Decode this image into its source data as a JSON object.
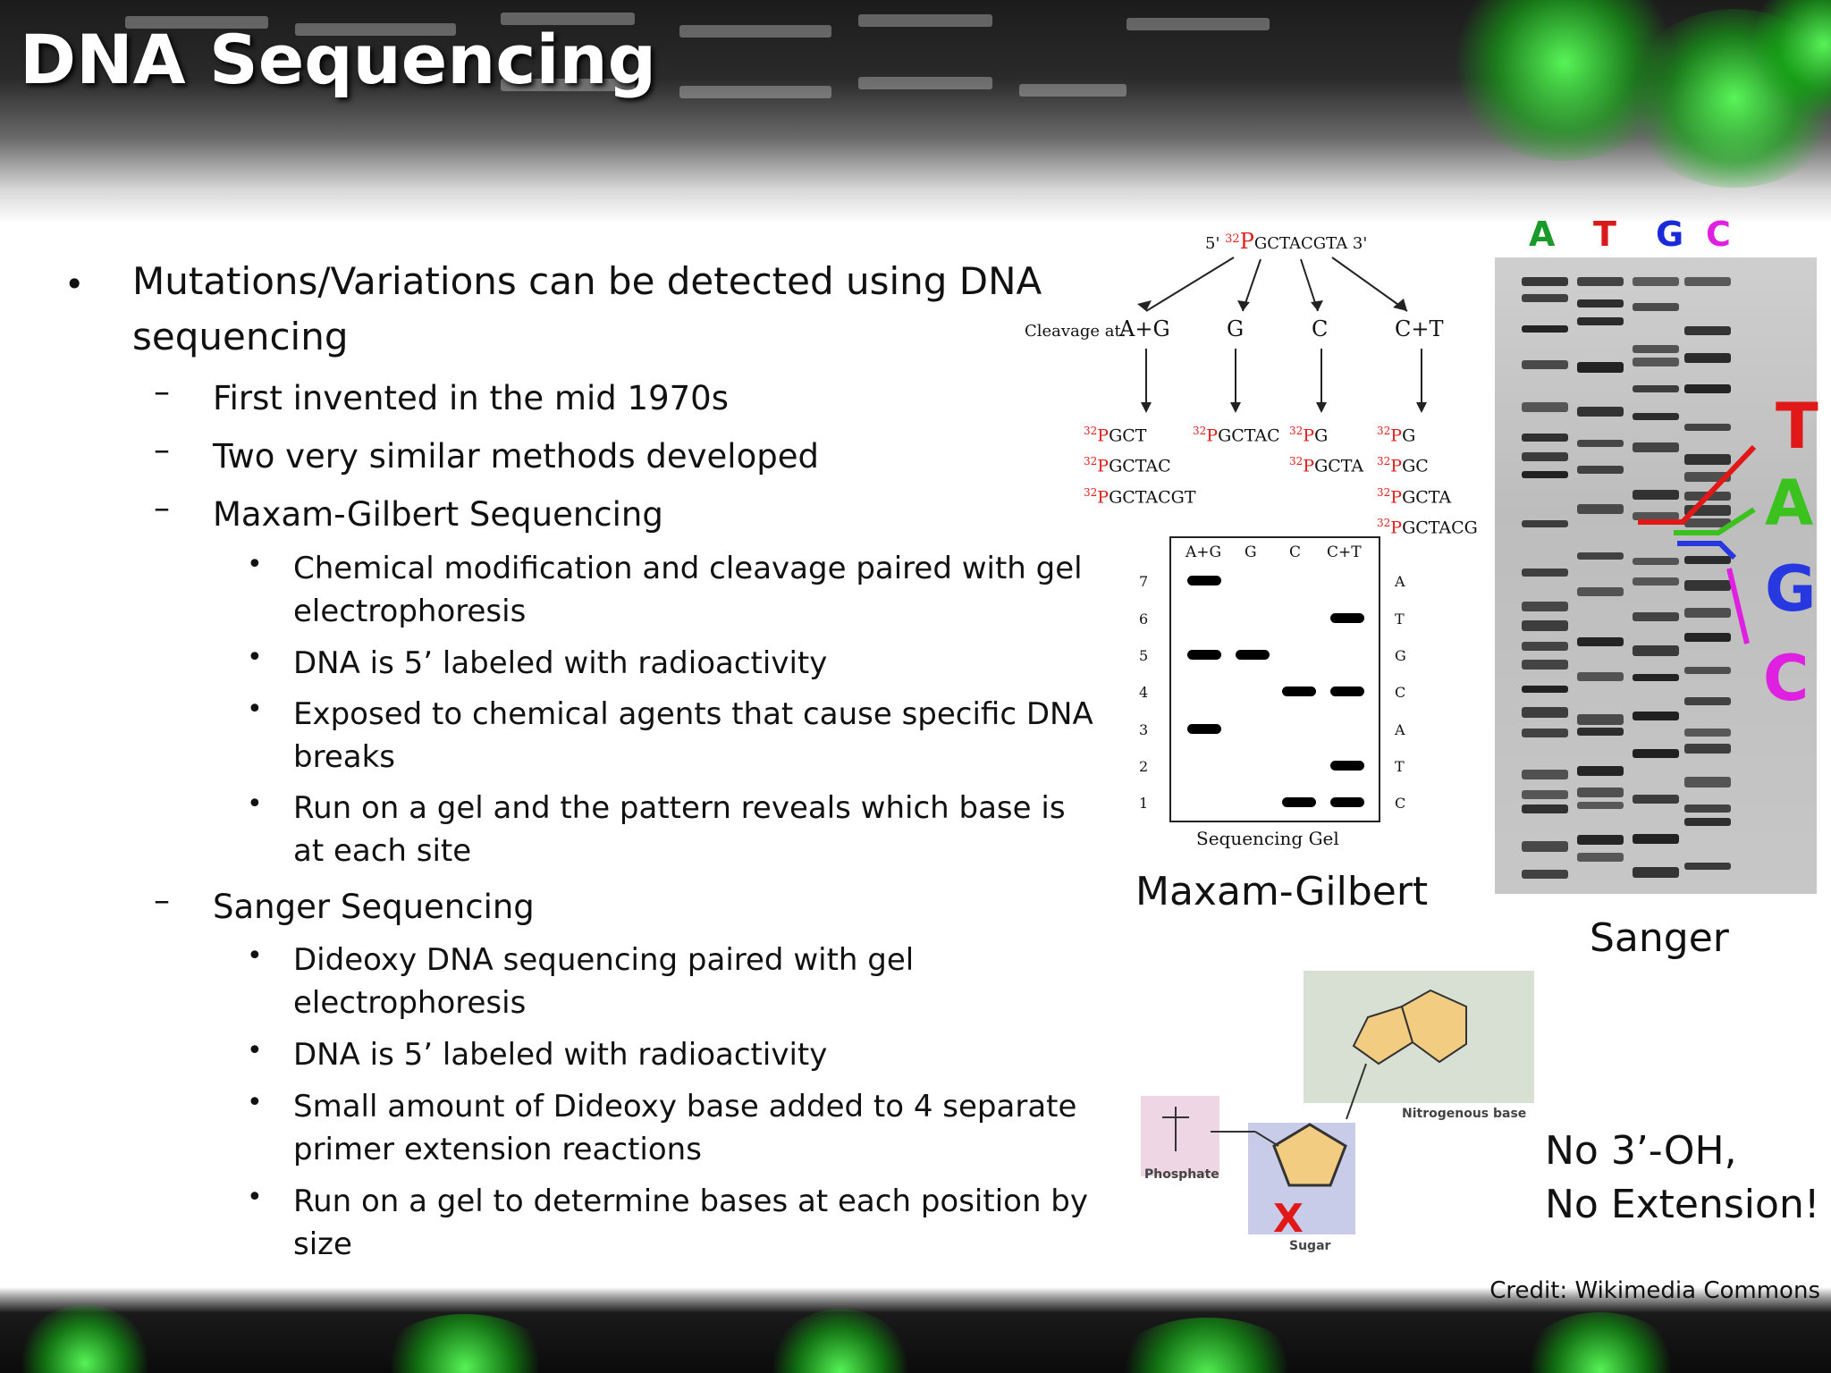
{
  "slide": {
    "title": "DNA Sequencing",
    "credit": "Credit: Wikimedia Commons"
  },
  "bullets": {
    "main": "Mutations/Variations can be detected using DNA sequencing",
    "sub1": "First invented in the mid 1970s",
    "sub2": "Two very similar methods developed",
    "maxam_heading": "Maxam-Gilbert Sequencing",
    "maxam_points": [
      "Chemical modification and cleavage paired with gel electrophoresis",
      "DNA is 5’ labeled with radioactivity",
      "Exposed to chemical agents that cause specific DNA breaks",
      "Run on a gel and the pattern reveals which base is at each site"
    ],
    "sanger_heading": "Sanger Sequencing",
    "sanger_points": [
      "Dideoxy DNA sequencing paired with gel electrophoresis",
      "DNA is 5’ labeled with radioactivity",
      "Small amount of Dideoxy base added to 4 separate primer extension reactions",
      "Run on a gel to determine bases at each position by size"
    ]
  },
  "maxam_figure": {
    "top_prime5": "5'",
    "top_label": "32",
    "top_p": "P",
    "top_seq": "GCTACGTA 3'",
    "cleavage_label": "Cleavage at:",
    "cleavages": [
      "A+G",
      "G",
      "C",
      "C+T"
    ],
    "frag_prefix_sup": "32",
    "frag_prefix": "P",
    "fragments": {
      "ag": [
        "GCT",
        "GCTAC",
        "GCTACGT"
      ],
      "g": [
        "GCTAC"
      ],
      "c": [
        "G",
        "GCTA"
      ],
      "ct": [
        "G",
        "GC",
        "GCTA",
        "GCTACG"
      ]
    },
    "gel_lanes": [
      "A+G",
      "G",
      "C",
      "C+T"
    ],
    "gel_rows": [
      "7",
      "6",
      "5",
      "4",
      "3",
      "2",
      "1"
    ],
    "gel_bases": [
      "A",
      "T",
      "G",
      "C",
      "A",
      "T",
      "C"
    ],
    "gel_caption": "Sequencing Gel",
    "caption": "Maxam-Gilbert"
  },
  "sanger_figure": {
    "lanes": [
      "A",
      "T",
      "G",
      "C"
    ],
    "lane_colors": [
      "#1a9a2a",
      "#d81a1a",
      "#1a2ad8",
      "#e020e0"
    ],
    "read_bases": [
      "T",
      "A",
      "G",
      "C"
    ],
    "caption": "Sanger"
  },
  "nucleotide_figure": {
    "phosphate": "Phosphate",
    "sugar": "Sugar",
    "base": "Nitrogenous base",
    "mark": "X",
    "note_line1": "No 3’-OH,",
    "note_line2": "No Extension!"
  }
}
